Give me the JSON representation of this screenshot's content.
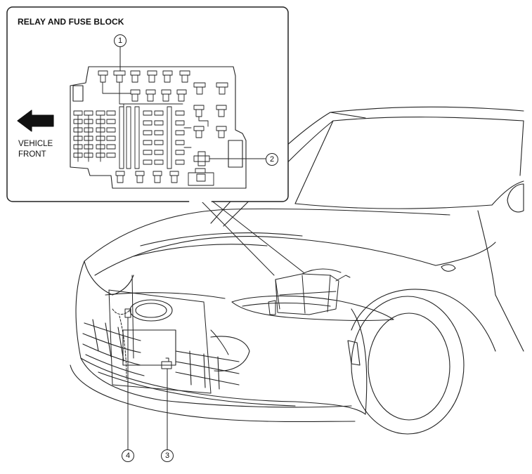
{
  "inset": {
    "title": "RELAY AND FUSE BLOCK",
    "direction_label_line1": "VEHICLE",
    "direction_label_line2": "FRONT"
  },
  "callouts": [
    {
      "id": "callout-1",
      "label": "1"
    },
    {
      "id": "callout-2",
      "label": "2"
    },
    {
      "id": "callout-3",
      "label": "3"
    },
    {
      "id": "callout-4",
      "label": "4"
    }
  ],
  "colors": {
    "line": "#222222",
    "background": "#ffffff",
    "arrow": "#111111"
  }
}
